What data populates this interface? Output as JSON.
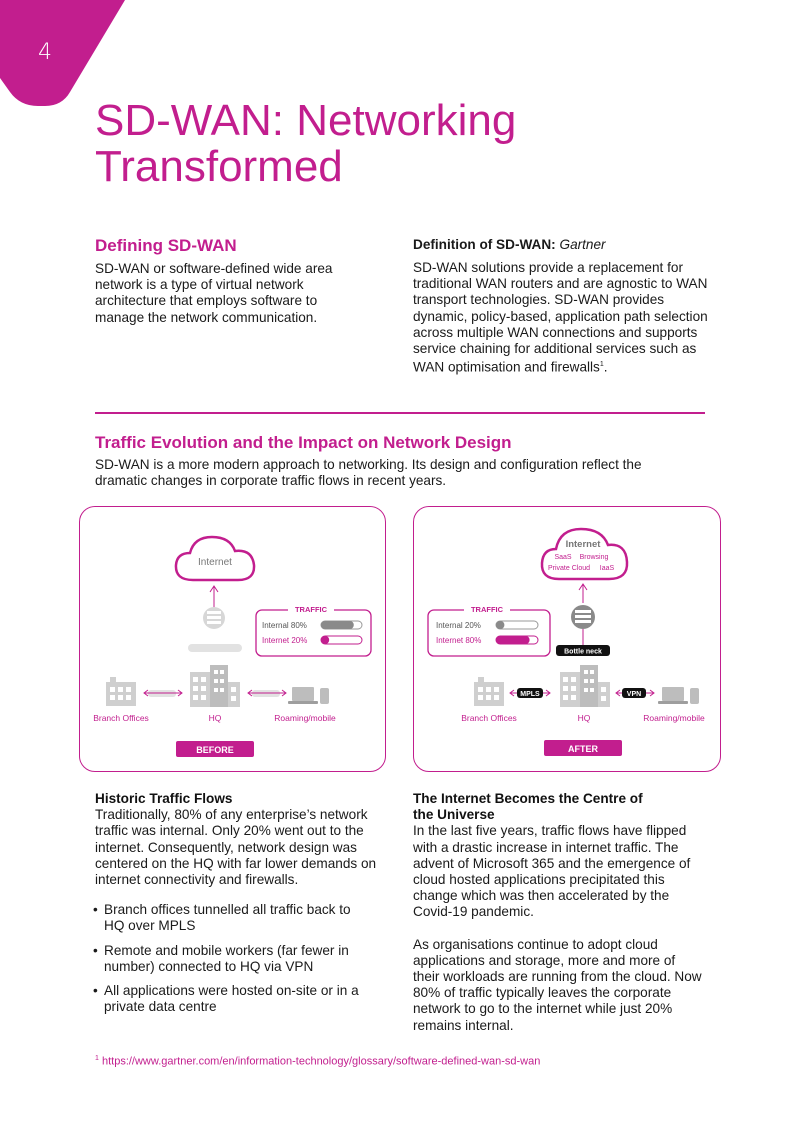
{
  "page": {
    "number": "4",
    "title_line1": "SD-WAN: Networking",
    "title_line2": "Transformed"
  },
  "defining": {
    "heading": "Defining SD-WAN",
    "body": "SD-WAN or software-defined wide area network is a type of virtual network architecture that employs software to manage the network communication."
  },
  "definition": {
    "heading_bold": "Definition of SD-WAN:",
    "heading_italic": "Gartner",
    "body": "SD-WAN solutions provide a replacement for traditional WAN routers and are agnostic to WAN transport technologies. SD-WAN provides dynamic, policy-based, application path selection across multiple WAN connections and supports service chaining for additional services such as WAN optimisation and firewalls",
    "footnote_ref": "1",
    "end": "."
  },
  "traffic_section": {
    "heading": "Traffic Evolution and the Impact on Network Design",
    "body": "SD-WAN is a more modern approach to networking. Its design and configuration reflect the dramatic changes in corporate traffic flows in recent years."
  },
  "before": {
    "internet": "Internet",
    "traffic_title": "TRAFFIC",
    "internal_label": "Internal 80%",
    "internet_label": "Internet 20%",
    "internal_pct": 80,
    "internet_pct": 20,
    "branch": "Branch Offices",
    "hq": "HQ",
    "roaming": "Roaming/mobile",
    "badge": "BEFORE"
  },
  "after": {
    "internet": "Internet",
    "saas": "SaaS",
    "browsing": "Browsing",
    "private_cloud": "Private Cloud",
    "iaas": "IaaS",
    "traffic_title": "TRAFFIC",
    "internal_label": "Internal 20%",
    "internet_label": "Internet 80%",
    "internal_pct": 20,
    "internet_pct": 80,
    "bottleneck": "Bottle neck",
    "mpls": "MPLS",
    "vpn": "VPN",
    "branch": "Branch Offices",
    "hq": "HQ",
    "roaming": "Roaming/mobile",
    "badge": "AFTER"
  },
  "historic": {
    "heading": "Historic Traffic Flows",
    "body": "Traditionally, 80% of any enterprise’s network traffic was internal. Only 20% went out to the internet. Consequently, network design was centered on the HQ with far lower demands on internet connectivity and firewalls.",
    "bullets": [
      "Branch offices tunnelled all traffic back to HQ over MPLS",
      "Remote and mobile workers (far fewer in number) connected to HQ via VPN",
      "All applications were hosted on-site or in a private data centre"
    ]
  },
  "internet_centre": {
    "heading": "The Internet Becomes the Centre of the Universe",
    "body1": "In the last five years, traffic flows have flipped with a drastic increase in internet traffic. The advent of Microsoft 365 and the emergence of cloud hosted applications precipitated this change which was then accelerated by the Covid-19 pandemic.",
    "body2": "As organisations continue to adopt cloud applications and storage, more and more of their workloads are running from the cloud. Now 80% of traffic typically leaves the corporate network to go to the internet while just 20% remains internal."
  },
  "footnote": {
    "num": "1",
    "url": "https://www.gartner.com/en/information-technology/glossary/software-defined-wan-sd-wan"
  },
  "colors": {
    "accent": "#c21e8e",
    "grey": "#8a8a8a"
  }
}
